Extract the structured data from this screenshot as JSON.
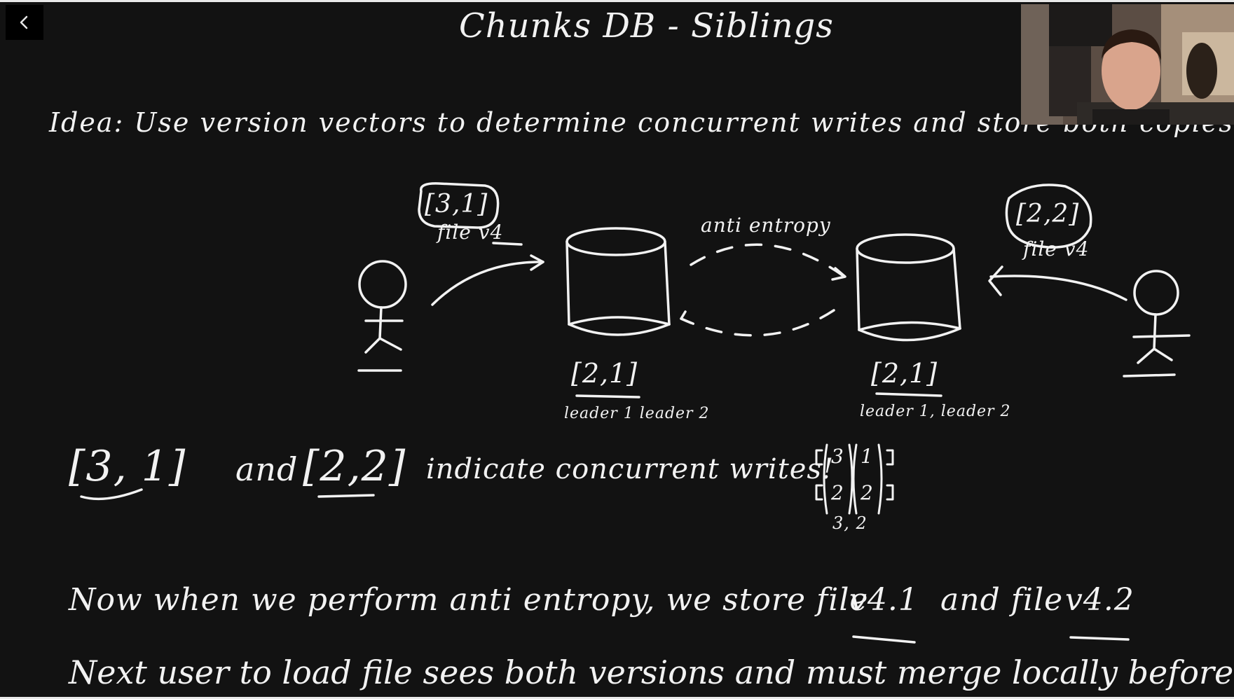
{
  "board": {
    "title": "Chunks DB - Siblings",
    "idea": "Idea: Use version vectors to determine concurrent writes and store both copies!",
    "left_client": {
      "vector": "[3,1]",
      "file": "file v4"
    },
    "right_client": {
      "vector": "[2,2]",
      "file": "file v4"
    },
    "anti_entropy_label": "anti entropy",
    "db_left": {
      "vector": "[2,1]",
      "caption": "leader 1 leader 2"
    },
    "db_right": {
      "vector": "[2,1]",
      "caption": "leader 1, leader 2"
    },
    "concurrent": {
      "vector_a": "[3, 1]",
      "joiner": "and",
      "vector_b": "[2,2]",
      "text": "indicate concurrent writes!"
    },
    "merge_sketch": {
      "top_left": "3",
      "top_right": "1",
      "bottom_left": "2",
      "bottom_right": "2",
      "result": "3, 2"
    },
    "line_now": {
      "text": "Now when we perform anti entropy, we store file",
      "v1": "v4.1",
      "joiner": "and file",
      "v2": "v4.2"
    },
    "line_next": "Next user to load file sees both versions and must merge locally before upload!"
  },
  "ui": {
    "back_icon": "chevron-left-icon",
    "webcam": "presenter-webcam"
  },
  "colors": {
    "board_bg": "#121212",
    "ink": "#f2f2f2",
    "frame": "#e9e9e9"
  }
}
